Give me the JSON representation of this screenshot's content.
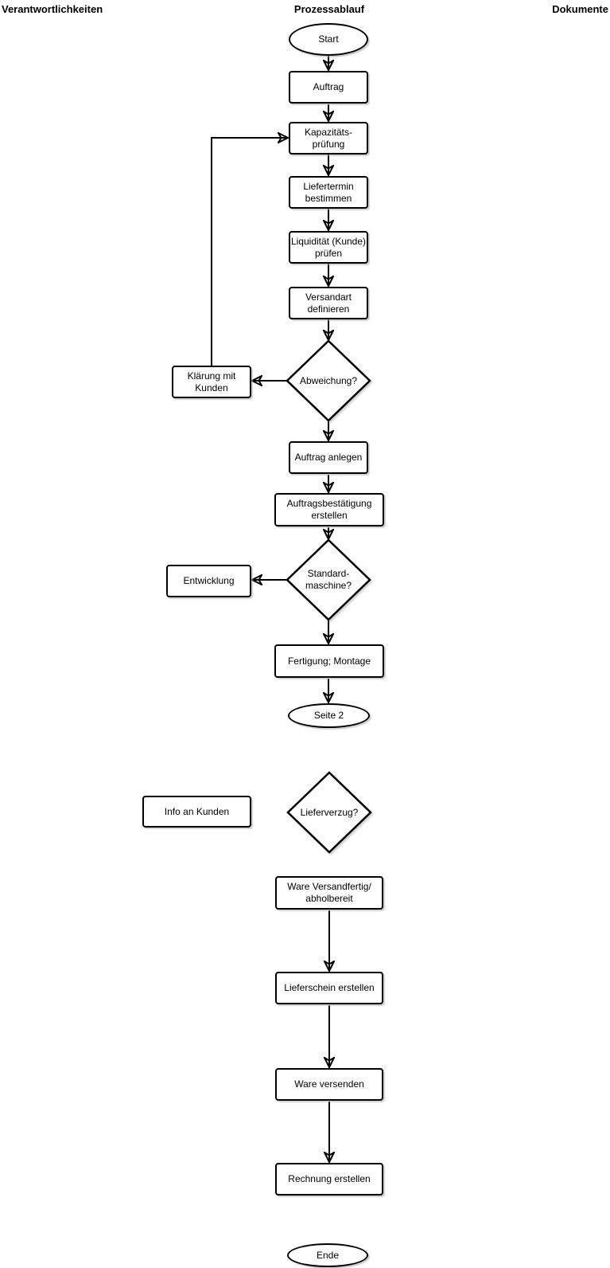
{
  "header": {
    "left": "Verantwortlichkeiten",
    "center": "Prozessablauf",
    "right": "Dokumente"
  },
  "colors": {
    "stroke": "#000000",
    "shape_fill": "#ffffff",
    "background": "#ffffff",
    "text": "#000000"
  },
  "nodes": {
    "start": "Start",
    "auftrag": "Auftrag",
    "kapazitaetspruefung": "Kapazitäts-\nprüfung",
    "liefertermin_bestimmen": "Liefertermin\nbestimmen",
    "liquiditaet_pruefen": "Liquidität (Kunde)\nprüfen",
    "versandart_definieren": "Versandart\ndefinieren",
    "abweichung": "Abweichung?",
    "klaerung_mit_kunden": "Klärung mit\nKunden",
    "auftrag_anlegen": "Auftrag anlegen",
    "auftragsbestaetigung_erstellen": "Auftragsbestätigung\nerstellen",
    "standardmaschine": "Standard-\nmaschine?",
    "entwicklung": "Entwicklung",
    "fertigung_montage": "Fertigung; Montage",
    "seite_2": "Seite 2",
    "lieferverzug": "Lieferverzug?",
    "info_an_kunden": "Info an Kunden",
    "ware_versandfertig": "Ware Versandfertig/\nabholbereit",
    "lieferschein_erstellen": "Lieferschein erstellen",
    "ware_versenden": "Ware versenden",
    "rechnung_erstellen": "Rechnung erstellen",
    "ende": "Ende"
  },
  "edges": [
    {
      "from": "start",
      "to": "auftrag"
    },
    {
      "from": "auftrag",
      "to": "kapazitaetspruefung"
    },
    {
      "from": "kapazitaetspruefung",
      "to": "liefertermin_bestimmen"
    },
    {
      "from": "liefertermin_bestimmen",
      "to": "liquiditaet_pruefen"
    },
    {
      "from": "liquiditaet_pruefen",
      "to": "versandart_definieren"
    },
    {
      "from": "versandart_definieren",
      "to": "abweichung"
    },
    {
      "from": "abweichung",
      "to": "klaerung_mit_kunden"
    },
    {
      "from": "klaerung_mit_kunden",
      "to": "kapazitaetspruefung"
    },
    {
      "from": "abweichung",
      "to": "auftrag_anlegen"
    },
    {
      "from": "auftrag_anlegen",
      "to": "auftragsbestaetigung_erstellen"
    },
    {
      "from": "auftragsbestaetigung_erstellen",
      "to": "standardmaschine"
    },
    {
      "from": "standardmaschine",
      "to": "entwicklung"
    },
    {
      "from": "standardmaschine",
      "to": "fertigung_montage"
    },
    {
      "from": "fertigung_montage",
      "to": "seite_2"
    },
    {
      "from": "ware_versandfertig",
      "to": "lieferschein_erstellen"
    },
    {
      "from": "lieferschein_erstellen",
      "to": "ware_versenden"
    },
    {
      "from": "ware_versenden",
      "to": "rechnung_erstellen"
    }
  ]
}
